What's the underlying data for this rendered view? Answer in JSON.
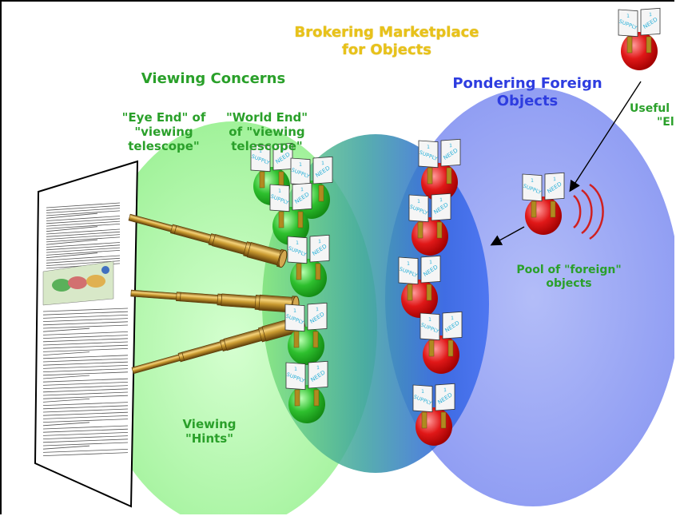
{
  "labels": {
    "marketplace": [
      "Brokering Marketplace",
      "for Objects"
    ],
    "viewing_concerns": "Viewing Concerns",
    "pondering_foreign": [
      "Pondering Foreign",
      "Objects"
    ],
    "eye_end": [
      "\"Eye End\" of",
      "\"viewing",
      "telescope\""
    ],
    "world_end": [
      "\"World End\"",
      "of \"viewing",
      "telescope\""
    ],
    "useful": [
      "Useful",
      "\"El"
    ],
    "pool": [
      "Pool of \"foreign\"",
      "objects"
    ],
    "viewing_hints": [
      "Viewing",
      "\"Hints\""
    ]
  },
  "sign_text": {
    "supply": "SUPPLY",
    "need": "NEED",
    "digit": "1"
  },
  "colors": {
    "green_label": "#2aa02a",
    "yellow_label": "#e8c21a",
    "blue_label": "#2e3de0",
    "green_ellipse": "#a8f5a0",
    "blue_ellipse": "#9aa6f5",
    "red_object": "#e02020",
    "green_object": "#30c030"
  }
}
